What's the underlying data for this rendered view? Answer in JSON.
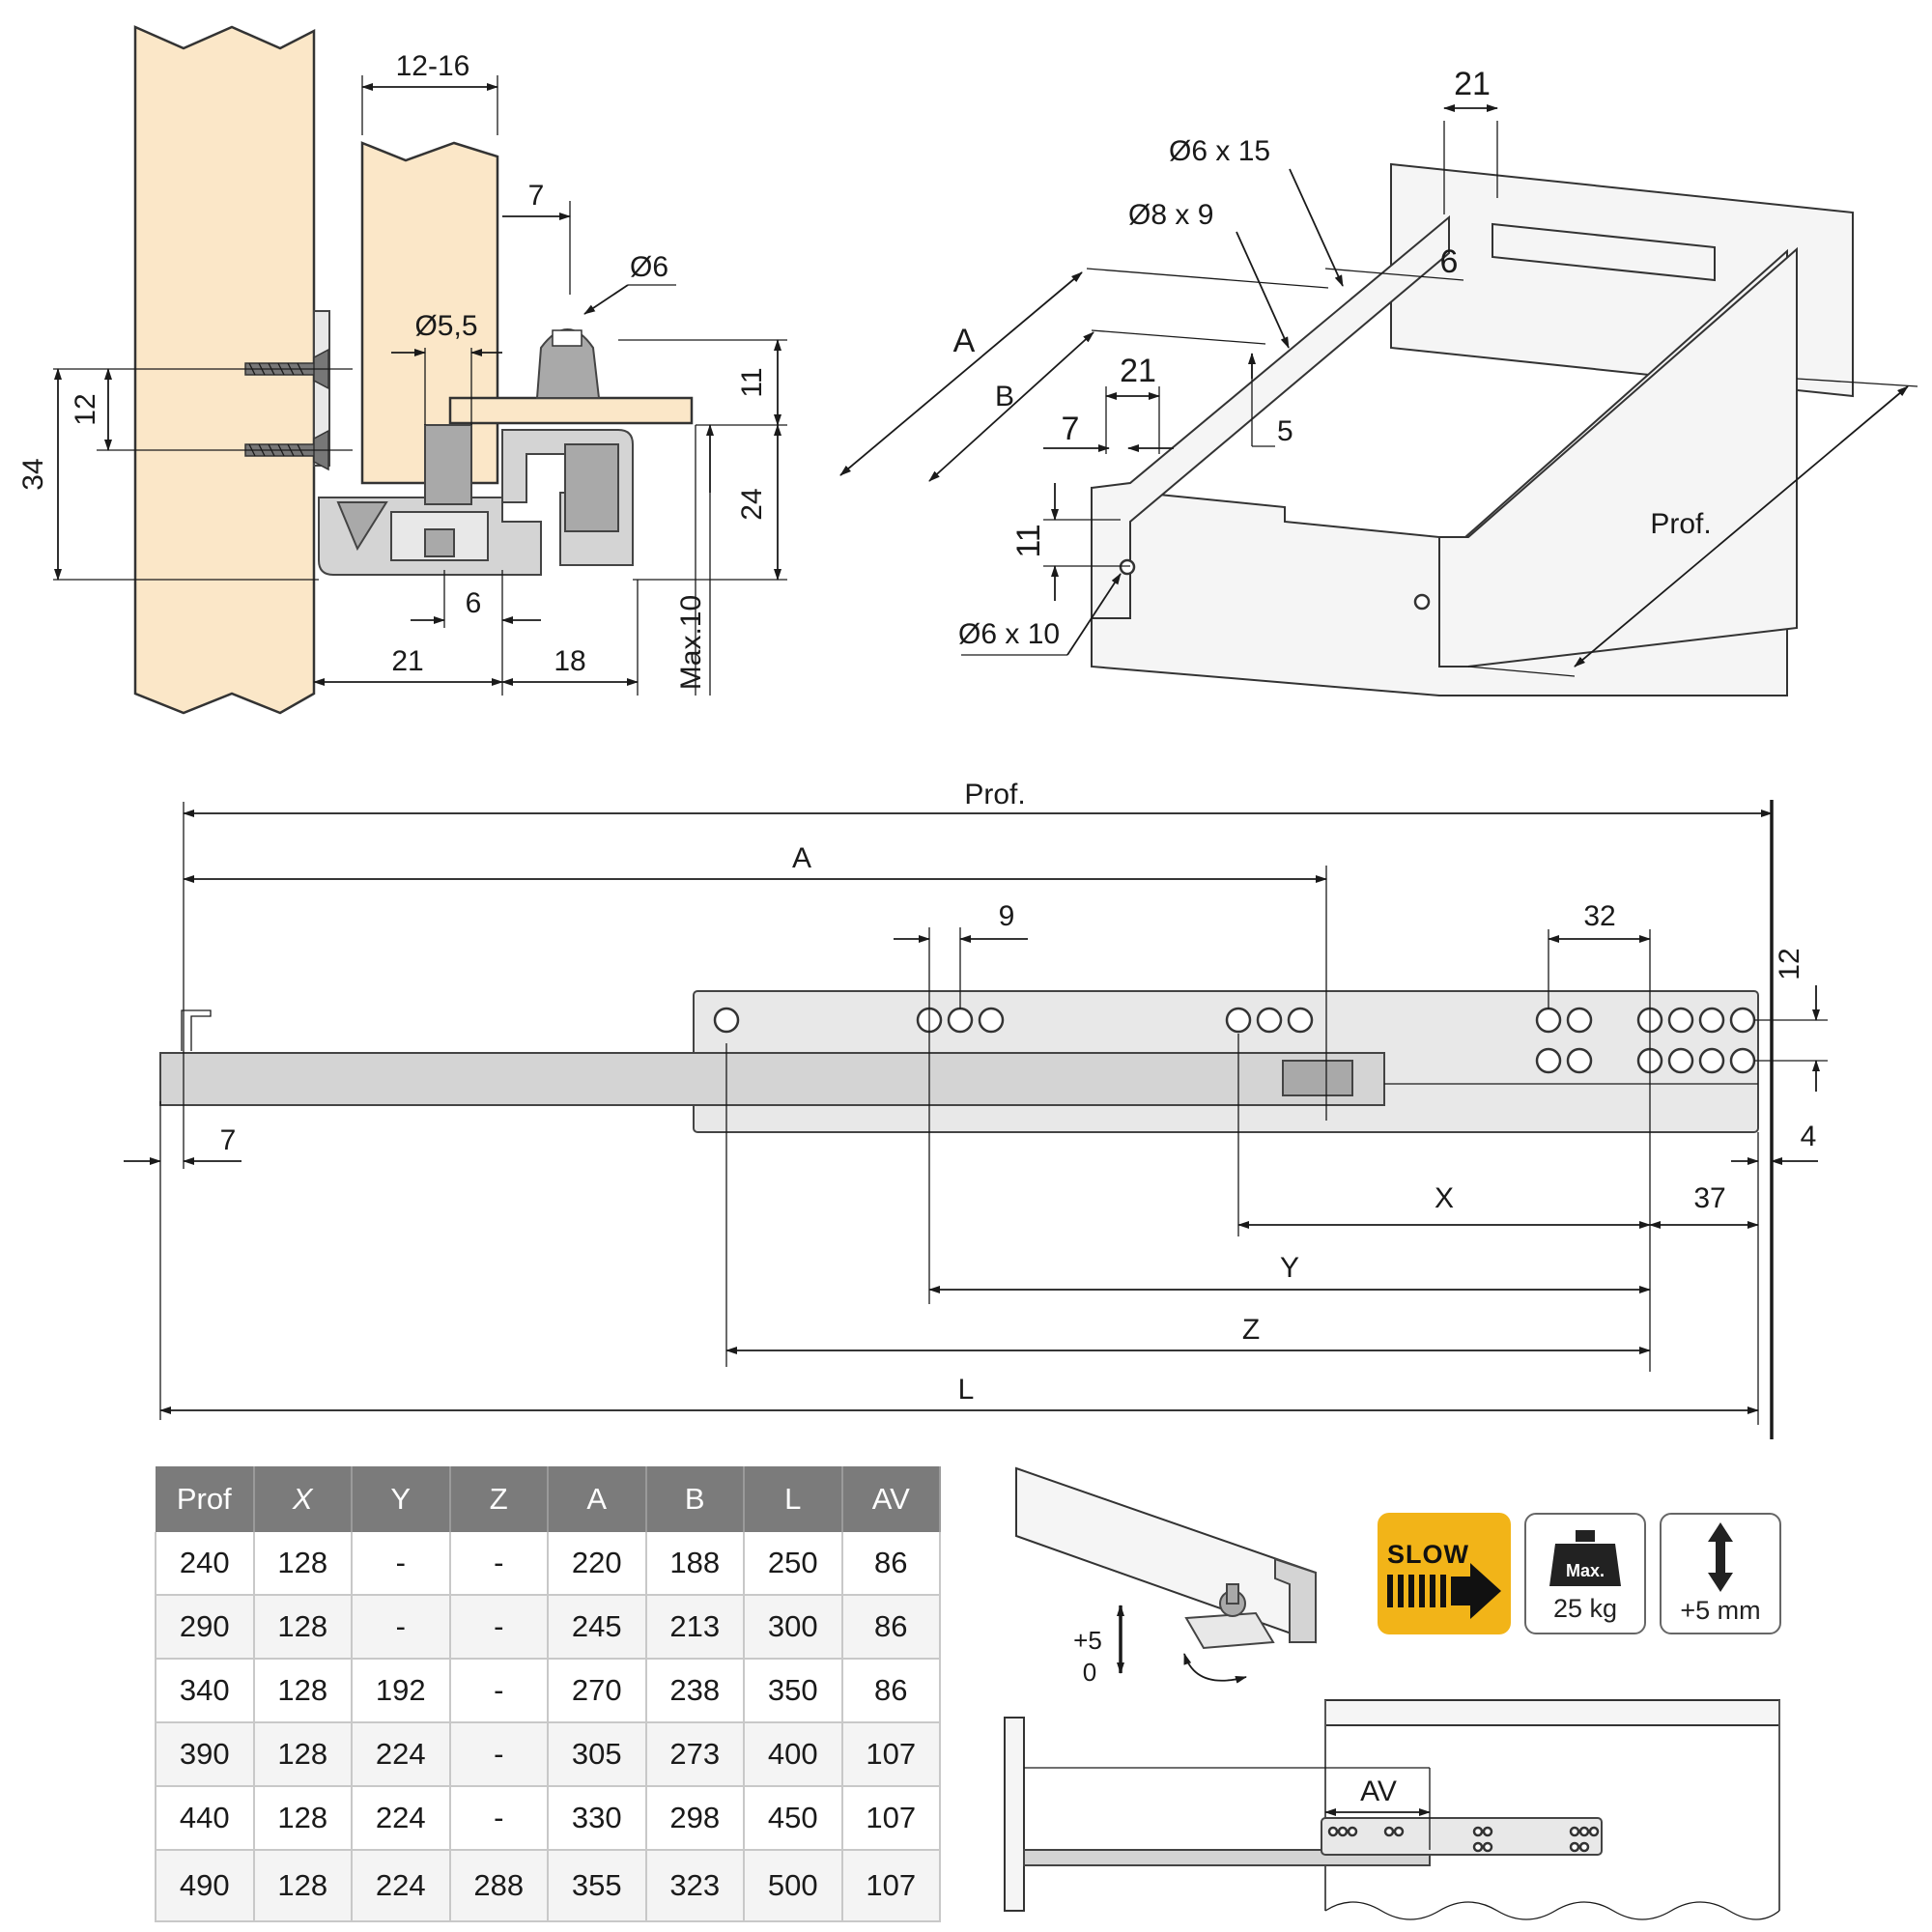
{
  "section_view": {
    "dims": {
      "d_12_16": "12-16",
      "d_7": "7",
      "d_phi6": "Ø6",
      "d_phi55": "Ø5,5",
      "d_12": "12",
      "d_34": "34",
      "d_11": "11",
      "d_24": "24",
      "d_6": "6",
      "d_21": "21",
      "d_18": "18",
      "d_max10": "Max.10"
    }
  },
  "iso_view": {
    "dims": {
      "d_21_top": "21",
      "d_phi6x15": "Ø6 x 15",
      "d_phi8x9": "Ø8 x 9",
      "d_6": "6",
      "d_A": "A",
      "d_B": "B",
      "d_21": "21",
      "d_7": "7",
      "d_5": "5",
      "d_11": "11",
      "d_phi6x10": "Ø6 x 10",
      "d_prof": "Prof."
    }
  },
  "side_view": {
    "dims": {
      "d_prof": "Prof.",
      "d_A": "A",
      "d_9": "9",
      "d_32": "32",
      "d_12": "12",
      "d_7": "7",
      "d_4": "4",
      "d_X": "X",
      "d_37": "37",
      "d_Y": "Y",
      "d_Z": "Z",
      "d_L": "L"
    }
  },
  "table": {
    "headers": [
      "Prof",
      "X",
      "Y",
      "Z",
      "A",
      "B",
      "L",
      "AV"
    ],
    "rows": [
      [
        "240",
        "128",
        "-",
        "-",
        "220",
        "188",
        "250",
        "86"
      ],
      [
        "290",
        "128",
        "-",
        "-",
        "245",
        "213",
        "300",
        "86"
      ],
      [
        "340",
        "128",
        "192",
        "-",
        "270",
        "238",
        "350",
        "86"
      ],
      [
        "390",
        "128",
        "224",
        "-",
        "305",
        "273",
        "400",
        "107"
      ],
      [
        "440",
        "128",
        "224",
        "-",
        "330",
        "298",
        "450",
        "107"
      ],
      [
        "490",
        "128",
        "224",
        "288",
        "355",
        "323",
        "500",
        "107"
      ]
    ]
  },
  "clip_detail": {
    "adjust_top": "+5",
    "adjust_bottom": "0"
  },
  "badges": {
    "slow": "SLOW",
    "weight_max": "Max.",
    "weight_value": "25 kg",
    "adjust_value": "+5 mm",
    "slow_color": "#f2b418"
  },
  "av_detail": {
    "label": "AV"
  }
}
